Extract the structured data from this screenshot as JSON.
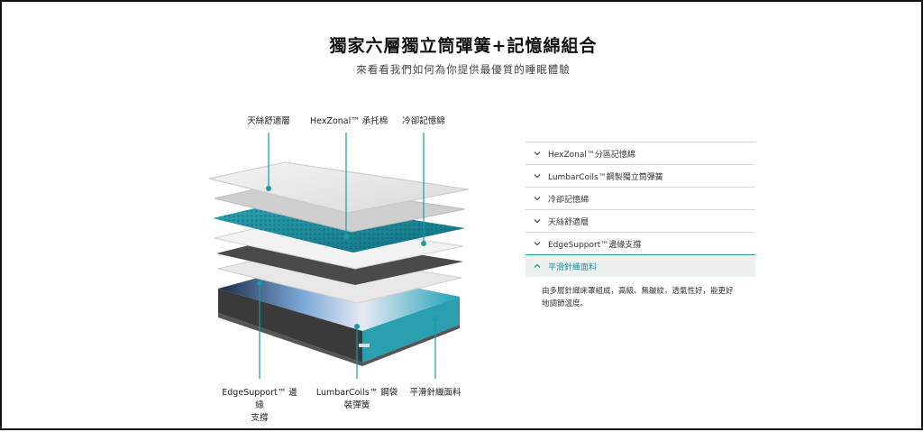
{
  "header": {
    "title": "獨家六層獨立筒彈簧+記憶綿組合",
    "subtitle": "來看看我們如何為你提供最優質的睡眠體驗"
  },
  "callouts": {
    "top": [
      "天絲舒適層",
      "HexZonal™ 承托棉",
      "冷卻記憶綿"
    ],
    "bottom": [
      "EdgeSupport™ 邊緣\n支撐",
      "LumbarCoils™ 鋼袋\n裝彈簧",
      "平滑針織面料"
    ]
  },
  "accordion": {
    "items": [
      {
        "label": "HexZonal™分區記憶綿",
        "open": false
      },
      {
        "label": "LumbarCoils™鋼製獨立筒彈簧",
        "open": false
      },
      {
        "label": "冷卻記憶綿",
        "open": false
      },
      {
        "label": "天絲舒適層",
        "open": false
      },
      {
        "label": "EdgeSupport™邊緣支撐",
        "open": false
      },
      {
        "label": "平滑針織面料",
        "open": true
      }
    ],
    "open_description": "由多層針織床罩組成，高級、無皺紋，透氣性好，能更好地調節溫度。"
  },
  "colors": {
    "accent": "#1a9aa5",
    "teal_layer": "#1f8fa0",
    "text": "#1f1f1f"
  },
  "icons": {
    "collapsed": "chevron-down-icon",
    "expanded": "chevron-up-icon"
  }
}
